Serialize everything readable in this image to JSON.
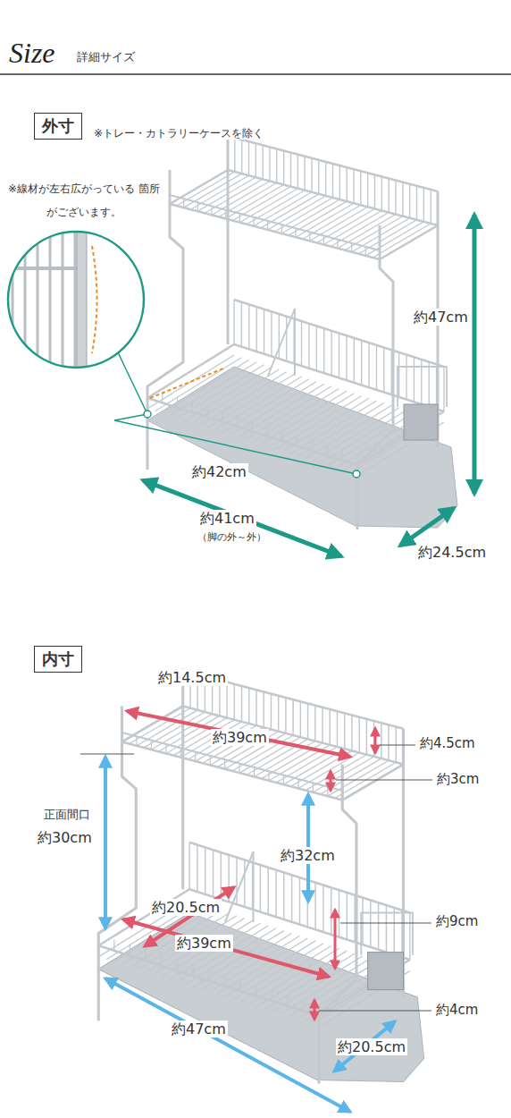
{
  "diagram": {
    "title": "Size",
    "nodes": [
      {
        "text": [
          "外寸"
        ]
      },
      {
        "text": [
          "内寸"
        ]
      }
    ],
    "labels": [
      "詳細サイズ",
      "※トレー・カトラリーケースを除く",
      "※線材が左右広がっている 箇所がございます。",
      "約47cm",
      "約42cm",
      "約41cm",
      "（脚の外～外）",
      "約24.5cm",
      "約14.5cm",
      "約39cm",
      "約4.5cm",
      "約3cm",
      "正面間口",
      "約30cm",
      "約32cm",
      "約20.5cm",
      "約39cm",
      "約9cm",
      "約4cm",
      "約47cm",
      "約20.5cm"
    ]
  }
}
